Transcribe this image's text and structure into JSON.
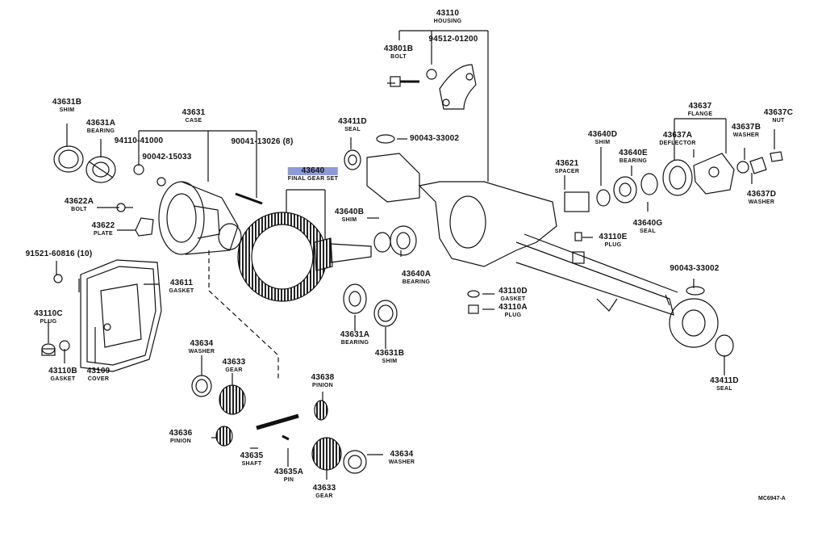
{
  "diagram": {
    "code": "MC6947-A",
    "labels": [
      {
        "id": "43110",
        "part": "43110",
        "name": "HOUSING"
      },
      {
        "id": "94512",
        "part": "94512-01200",
        "name": ""
      },
      {
        "id": "43801B",
        "part": "43801B",
        "name": "BOLT"
      },
      {
        "id": "43631B_top",
        "part": "43631B",
        "name": "SHIM"
      },
      {
        "id": "43631A_top",
        "part": "43631A",
        "name": "BEARING"
      },
      {
        "id": "43631",
        "part": "43631",
        "name": "CASE"
      },
      {
        "id": "94110",
        "part": "94110-41000",
        "name": ""
      },
      {
        "id": "90041",
        "part": "90041-13026 (8)",
        "name": ""
      },
      {
        "id": "90042",
        "part": "90042-15033",
        "name": ""
      },
      {
        "id": "43411D_top",
        "part": "43411D",
        "name": "SEAL"
      },
      {
        "id": "90043_top",
        "part": "90043-33002",
        "name": ""
      },
      {
        "id": "43637",
        "part": "43637",
        "name": "FLANGE"
      },
      {
        "id": "43637C",
        "part": "43637C",
        "name": "NUT"
      },
      {
        "id": "43640D",
        "part": "43640D",
        "name": "SHIM"
      },
      {
        "id": "43640E",
        "part": "43640E",
        "name": "BEARING"
      },
      {
        "id": "43637A",
        "part": "43637A",
        "name": "DEFLECTOR"
      },
      {
        "id": "43637B",
        "part": "43637B",
        "name": "WASHER"
      },
      {
        "id": "43621",
        "part": "43621",
        "name": "SPACER"
      },
      {
        "id": "43637D",
        "part": "43637D",
        "name": "WASHER"
      },
      {
        "id": "43640",
        "part": "43640",
        "name": "FINAL GEAR SET"
      },
      {
        "id": "43622A",
        "part": "43622A",
        "name": "BOLT"
      },
      {
        "id": "43622",
        "part": "43622",
        "name": "PLATE"
      },
      {
        "id": "43640B",
        "part": "43640B",
        "name": "SHIM"
      },
      {
        "id": "43640G",
        "part": "43640G",
        "name": "SEAL"
      },
      {
        "id": "43110E",
        "part": "43110E",
        "name": "PLUG"
      },
      {
        "id": "91521",
        "part": "91521-60816 (10)",
        "name": ""
      },
      {
        "id": "43611",
        "part": "43611",
        "name": "GASKET"
      },
      {
        "id": "43640A",
        "part": "43640A",
        "name": "BEARING"
      },
      {
        "id": "90043_right",
        "part": "90043-33002",
        "name": ""
      },
      {
        "id": "43110D",
        "part": "43110D",
        "name": "GASKET"
      },
      {
        "id": "43110A",
        "part": "43110A",
        "name": "PLUG"
      },
      {
        "id": "43110C",
        "part": "43110C",
        "name": "PLUG"
      },
      {
        "id": "43631A_low",
        "part": "43631A",
        "name": "BEARING"
      },
      {
        "id": "43631B_low",
        "part": "43631B",
        "name": "SHIM"
      },
      {
        "id": "43110B",
        "part": "43110B",
        "name": "GASKET"
      },
      {
        "id": "43109",
        "part": "43109",
        "name": "COVER"
      },
      {
        "id": "43411D_bot",
        "part": "43411D",
        "name": "SEAL"
      },
      {
        "id": "43634_top",
        "part": "43634",
        "name": "WASHER"
      },
      {
        "id": "43633_top",
        "part": "43633",
        "name": "GEAR"
      },
      {
        "id": "43638",
        "part": "43638",
        "name": "PINION"
      },
      {
        "id": "43636",
        "part": "43636",
        "name": "PINION"
      },
      {
        "id": "43635",
        "part": "43635",
        "name": "SHAFT"
      },
      {
        "id": "43635A",
        "part": "43635A",
        "name": "PIN"
      },
      {
        "id": "43633_bot",
        "part": "43633",
        "name": "GEAR"
      },
      {
        "id": "43634_bot",
        "part": "43634",
        "name": "WASHER"
      }
    ]
  }
}
